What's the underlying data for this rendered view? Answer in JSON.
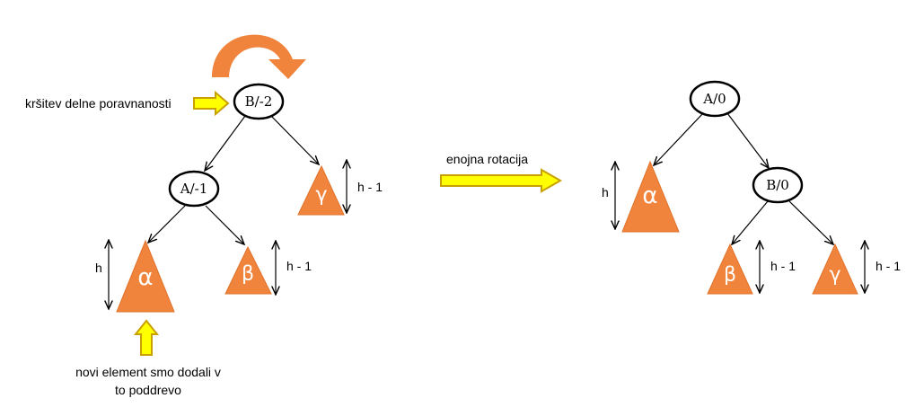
{
  "colors": {
    "subtree_fill": "#f0843c",
    "rotation_arrow": "#f0843c",
    "pointer_arrow_fill": "#ffff00",
    "pointer_arrow_stroke": "#c8a000"
  },
  "left_tree": {
    "root": "B/-2",
    "child": "A/-1",
    "subtrees": {
      "alpha": "α",
      "beta": "β",
      "gamma": "γ"
    },
    "heights": {
      "alpha": "h",
      "beta": "h - 1",
      "gamma": "h - 1"
    }
  },
  "right_tree": {
    "root": "A/0",
    "child": "B/0",
    "subtrees": {
      "alpha": "α",
      "beta": "β",
      "gamma": "γ"
    },
    "heights": {
      "alpha": "h",
      "beta": "h - 1",
      "gamma": "h - 1"
    }
  },
  "labels": {
    "violation": "kršitev delne poravnanosti",
    "rotation": "enojna rotacija",
    "inserted_line1": "novi element smo dodali v",
    "inserted_line2": "to poddrevo"
  }
}
